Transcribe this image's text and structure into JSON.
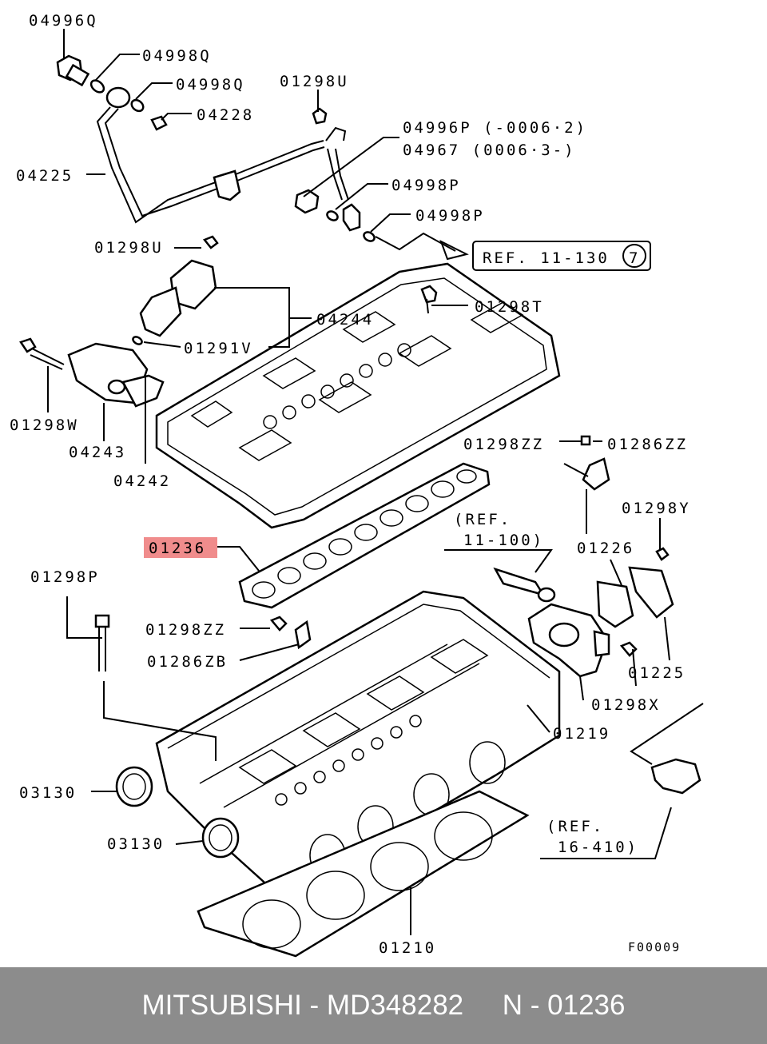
{
  "labels": {
    "l04996q": "04996Q",
    "l04998q_a": "04998Q",
    "l04998q_b": "04998Q",
    "l01298u_a": "01298U",
    "l04228": "04228",
    "l04996p": "04996P (-0006·2)",
    "l04967": "04967 (0006·3-)",
    "l04225": "04225",
    "l04998p_a": "04998P",
    "l04998p_b": "04998P",
    "ref_11_130": "REF. 11-130",
    "ref_11_130_circle": "7",
    "l01298u_b": "01298U",
    "l01298t": "01298T",
    "l04244": "04244",
    "l01291v": "01291V",
    "l01298w": "01298W",
    "l04243": "04243",
    "l04242": "04242",
    "l01298zz_a": "01298ZZ",
    "l01286zz": "01286ZZ",
    "l01298y": "01298Y",
    "ref_11_100_a": "(REF.",
    "ref_11_100_b": "11-100)",
    "l01236": "01236",
    "l01226": "01226",
    "l01298p": "01298P",
    "l01298zz_b": "01298ZZ",
    "l01286zb": "01286ZB",
    "l01225": "01225",
    "l01298x": "01298X",
    "l01219": "01219",
    "l03130_a": "03130",
    "l03130_b": "03130",
    "ref_16_410_a": "(REF.",
    "ref_16_410_b": "16-410)",
    "l01210": "01210",
    "fig_code": "F00009"
  },
  "highlight": {
    "part": "01236",
    "color": "#f08c8c"
  },
  "footer": {
    "text": "MITSUBISHI - MD348282     N - 01236"
  }
}
